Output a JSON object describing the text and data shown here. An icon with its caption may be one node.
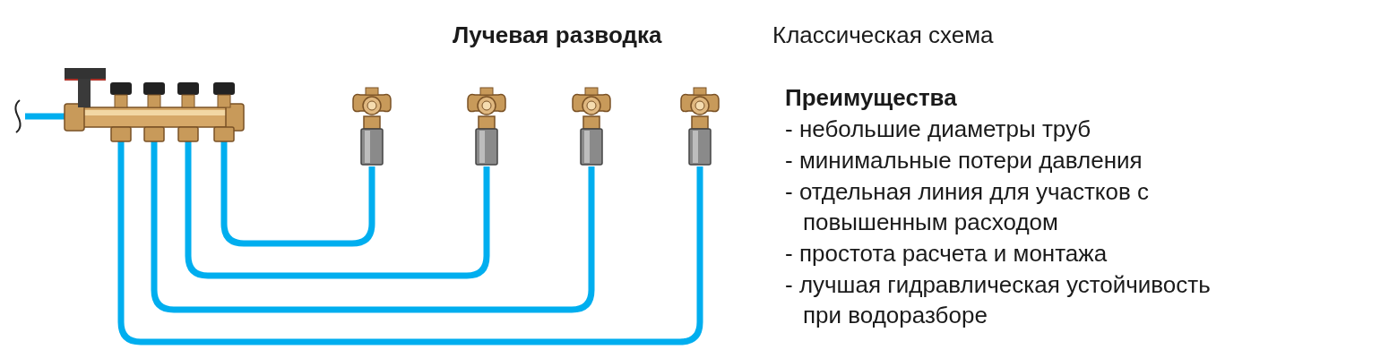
{
  "diagram": {
    "title": "Лучевая разводка",
    "nodes": [
      {
        "text": [],
        "shape": "picture"
      },
      {
        "text": [],
        "shape": "picture"
      },
      {
        "text": [],
        "shape": "picture"
      },
      {
        "text": [],
        "shape": "picture"
      },
      {
        "text": [],
        "shape": "picture"
      }
    ],
    "edges": [
      {
        "from": null,
        "to": 0,
        "arrow": "none"
      },
      {
        "from": 0,
        "to": 1,
        "arrow": "none"
      },
      {
        "from": 0,
        "to": 2,
        "arrow": "none"
      },
      {
        "from": 0,
        "to": 3,
        "arrow": "none"
      },
      {
        "from": 0,
        "to": 4,
        "arrow": "none"
      }
    ],
    "labels": [
      "Классическая схема",
      "Преимущества",
      "- небольшие диаметры труб",
      "- минимальные потери давления",
      "- отдельная линия для участков с повышенным расходом",
      "- простота расчета и монтажа",
      "- лучшая гидравлическая устойчивость при водоразборе"
    ]
  }
}
